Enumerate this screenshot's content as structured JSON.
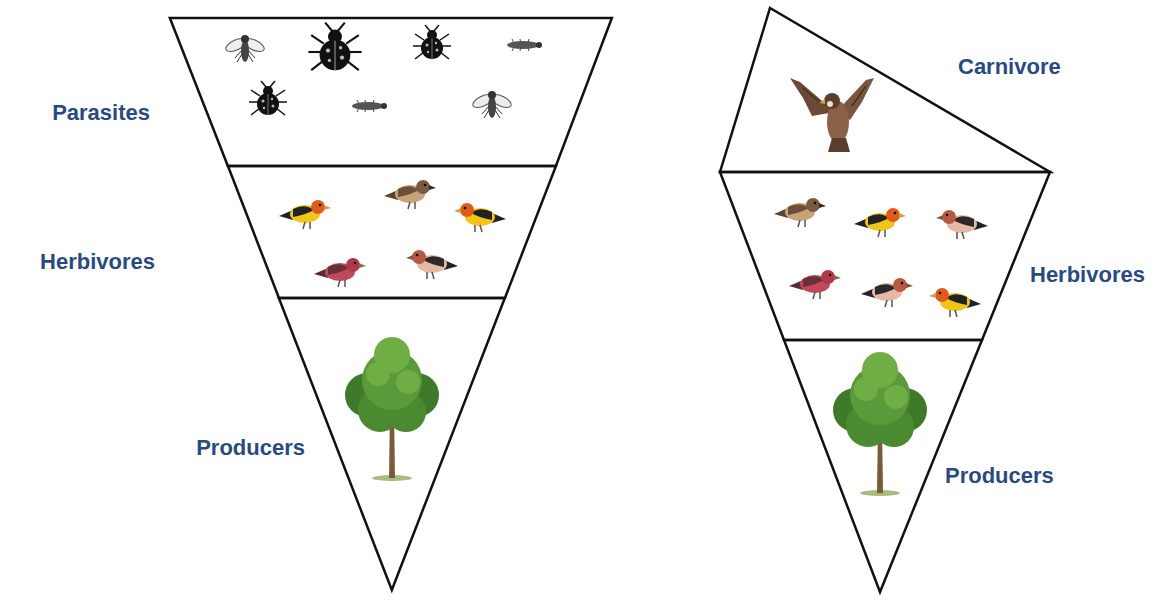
{
  "diagram": {
    "nodes": [
      {
        "text": [
          "Parasites"
        ]
      },
      {
        "text": [
          "Herbivores"
        ]
      },
      {
        "text": [
          "Producers"
        ]
      },
      {
        "text": [
          "Carnivore"
        ]
      },
      {
        "text": [
          "Herbivores"
        ]
      },
      {
        "text": [
          "Producers"
        ]
      }
    ]
  }
}
